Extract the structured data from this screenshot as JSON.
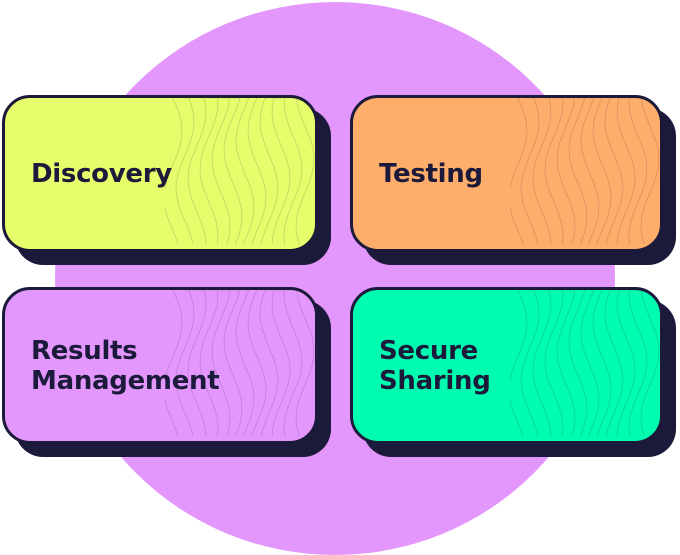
{
  "background_circle": {
    "color": "#e397fc"
  },
  "outline_color": "#1c1a3a",
  "cards": [
    {
      "id": "discovery",
      "label": "Discovery",
      "color": "#e8fd6b"
    },
    {
      "id": "testing",
      "label": "Testing",
      "color": "#ffad6a"
    },
    {
      "id": "results",
      "label": "Results\nManagement",
      "color": "#e397fc"
    },
    {
      "id": "sharing",
      "label": "Secure\nSharing",
      "color": "#00fcb0"
    }
  ]
}
